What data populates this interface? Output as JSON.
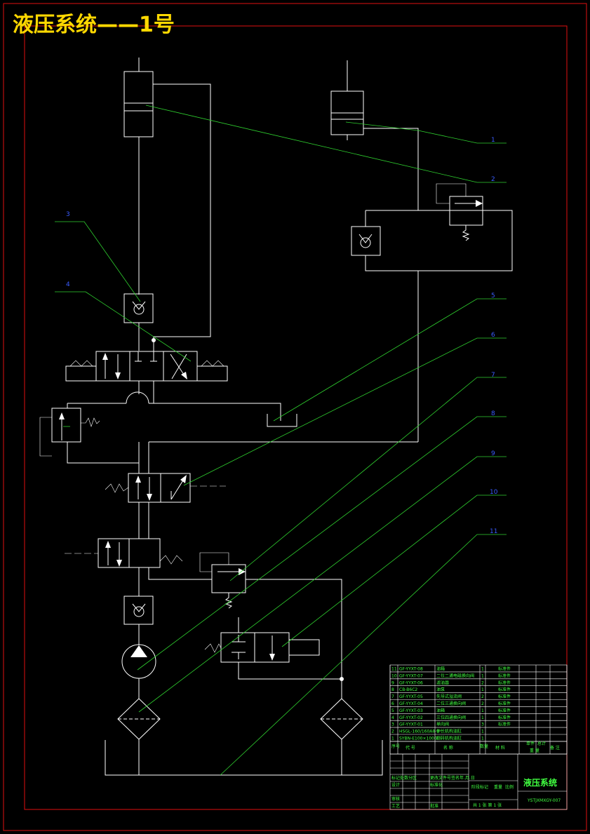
{
  "title": "液压系统——1号",
  "callouts": [
    "1",
    "2",
    "3",
    "4",
    "5",
    "6",
    "7",
    "8",
    "9",
    "10",
    "11"
  ],
  "parts": [
    {
      "no": "11",
      "code": "GF-YYXT-08",
      "name": "油箱",
      "qty": "1",
      "material": "标准件"
    },
    {
      "no": "10",
      "code": "GF-YYXT-07",
      "name": "二位二通电磁换向阀",
      "qty": "1",
      "material": "标准件"
    },
    {
      "no": "9",
      "code": "GF-YYXT-06",
      "name": "滤油器",
      "qty": "2",
      "material": "标准件"
    },
    {
      "no": "8",
      "code": "CB-B6C2",
      "name": "油泵",
      "qty": "1",
      "material": "标准件"
    },
    {
      "no": "7",
      "code": "GF-YYXT-05",
      "name": "先导式溢流阀",
      "qty": "2",
      "material": "标准件"
    },
    {
      "no": "6",
      "code": "GF-YYXT-04",
      "name": "二位三通换向阀",
      "qty": "2",
      "material": "标准件"
    },
    {
      "no": "5",
      "code": "GF-YYXT-03",
      "name": "油箱",
      "qty": "1",
      "material": "标准件"
    },
    {
      "no": "4",
      "code": "GF-YYXT-02",
      "name": "三位四通换向阀",
      "qty": "1",
      "material": "标准件"
    },
    {
      "no": "3",
      "code": "GF-YYXT-01",
      "name": "单向阀",
      "qty": "3",
      "material": "标准件"
    },
    {
      "no": "2",
      "code": "HSGL-160/160A8-E",
      "name": "伸长机构油缸",
      "qty": "1",
      "material": ""
    },
    {
      "no": "1",
      "code": "SYBN-E100×1000",
      "name": "翻转机构油缸",
      "qty": "1",
      "material": ""
    }
  ],
  "header_labels": {
    "seq": "序号",
    "code": "代 号",
    "name": "名 称",
    "qty": "数量",
    "material": "材 料",
    "single": "单件",
    "total": "总计",
    "weight": "重 量",
    "remark": "备 注"
  },
  "title_block": {
    "drawing_name": "液压系统",
    "drawing_no": "YSTJXMXGY-007",
    "sheet_info": "共 1 张 第 1 张",
    "stage_label": "阶段标记",
    "weight_label": "重量",
    "scale_label": "比例",
    "rows": [
      "标记处数分区",
      "设计",
      "审核",
      "工艺"
    ],
    "row_right": [
      "更改文件号签名年.月.日",
      "标准化",
      "",
      "批准"
    ]
  },
  "colors": {
    "background": "#000000",
    "lines": "#ffffff",
    "leaders": "#2fd12f",
    "border": "#e01010",
    "title": "#ffd800",
    "table_text": "#40ff40",
    "callout_numbers": "#3a5cff"
  }
}
